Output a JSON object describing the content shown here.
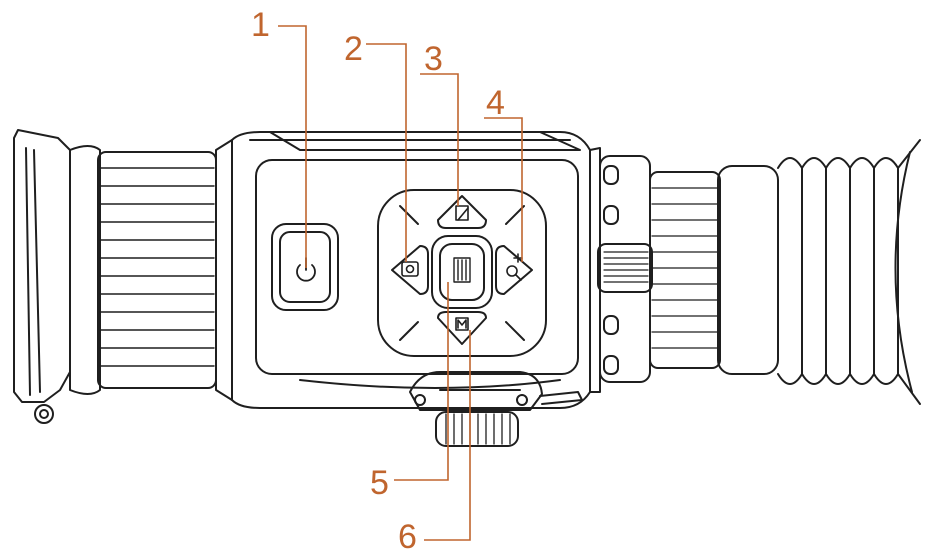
{
  "callouts": [
    {
      "id": "1",
      "label": "1",
      "target": "power-button"
    },
    {
      "id": "2",
      "label": "2",
      "target": "capture-button"
    },
    {
      "id": "3",
      "label": "3",
      "target": "palette-button"
    },
    {
      "id": "4",
      "label": "4",
      "target": "zoom-button"
    },
    {
      "id": "5",
      "label": "5",
      "target": "menu-button"
    },
    {
      "id": "6",
      "label": "6",
      "target": "mode-button"
    }
  ],
  "colors": {
    "callout": "#c0652e",
    "outline": "#1f1f1f",
    "background": "#ffffff"
  },
  "icons": {
    "power": "power-icon",
    "capture": "camera-icon",
    "palette": "palette-icon",
    "zoom": "zoom-icon",
    "menu": "menu-icon",
    "mode": "mode-icon"
  }
}
